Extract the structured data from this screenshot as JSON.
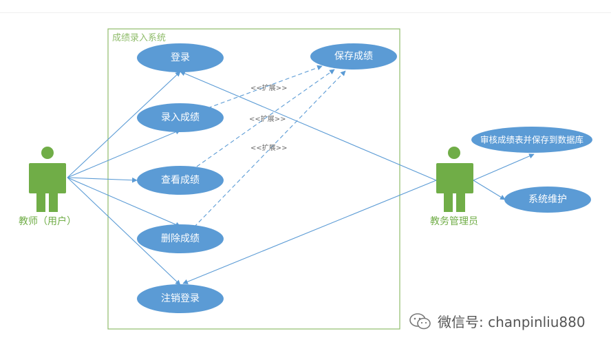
{
  "diagram": {
    "system_boundary": {
      "title": "成绩录入系统"
    },
    "actors": {
      "teacher": {
        "label": "教师（用户）"
      },
      "admin": {
        "label": "教务管理员"
      }
    },
    "use_cases": {
      "login": "登录",
      "save": "保存成绩",
      "enter": "录入成绩",
      "view": "查看成绩",
      "delete": "删除成绩",
      "logout": "注销登录",
      "review": "审核成绩表并保存到数据库",
      "maintain": "系统维护"
    },
    "stereotypes": {
      "extend_1": "<<扩展>>",
      "extend_2": "<<扩展>>",
      "extend_3": "<<扩展>>"
    },
    "colors": {
      "ellipse_fill": "#5b9bd5",
      "ellipse_text": "#ffffff",
      "actor_fill": "#70ad47",
      "actor_label": "#70ad47",
      "boundary": "#8fbc6a",
      "boundary_title": "#8fbc6a",
      "connector": "#5b9bd5"
    }
  },
  "watermark": {
    "icon": "wechat-icon",
    "text": "微信号: chanpinliu880"
  }
}
